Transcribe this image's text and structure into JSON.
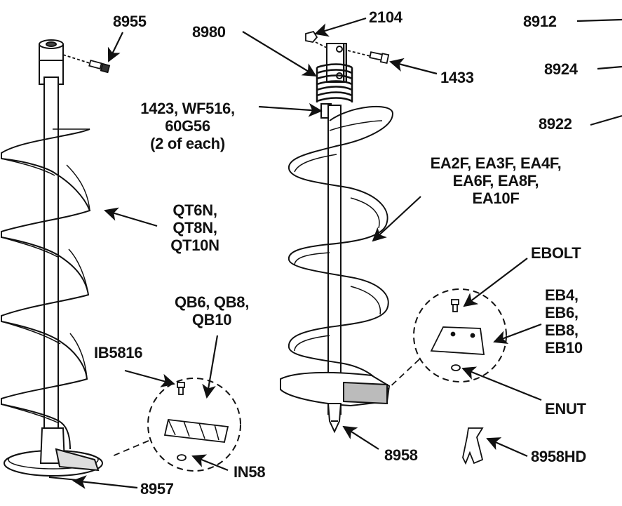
{
  "labels": {
    "p8955": "8955",
    "p8980": "8980",
    "p2104": "2104",
    "p8912": "8912",
    "p8924": "8924",
    "p1433": "1433",
    "p8922": "8922",
    "washer_group": [
      "1423, WF516,",
      "60G56",
      "(2 of each)"
    ],
    "ea_group": [
      "EA2F, EA3F, EA4F,",
      "EA6F, EA8F,",
      "EA10F"
    ],
    "qt_group": [
      "QT6N,",
      "QT8N,",
      "QT10N"
    ],
    "ebolt": "EBOLT",
    "eb_group": [
      "EB4,",
      "EB6,",
      "EB8,",
      "EB10"
    ],
    "qb_group": [
      "QB6, QB8,",
      "QB10"
    ],
    "ib5816": "IB5816",
    "enut": "ENUT",
    "p8958": "8958",
    "p8958hd": "8958HD",
    "in58": "IN58",
    "p8957": "8957"
  }
}
